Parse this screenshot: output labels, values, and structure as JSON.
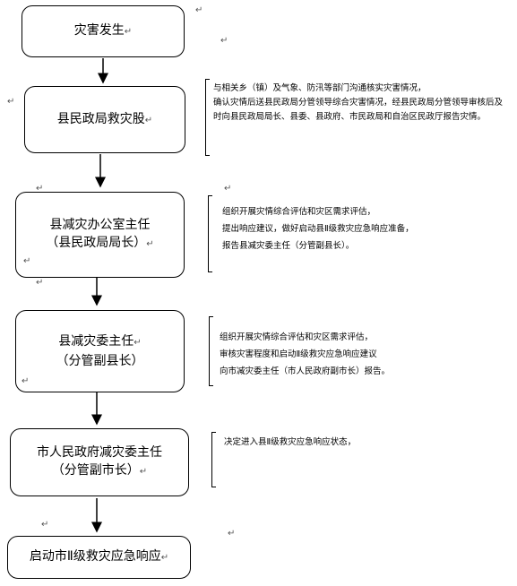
{
  "return_mark": "↵",
  "stray_marks": [
    "↵",
    "↵",
    "↵",
    "↵",
    "↵",
    "↵",
    "↵",
    "↵",
    "↵",
    "↵"
  ],
  "steps": [
    {
      "lines": [
        "灾害发生"
      ]
    },
    {
      "lines": [
        "县民政局救灾股"
      ]
    },
    {
      "lines": [
        "县减灾办公室主任",
        "（县民政局局长）"
      ]
    },
    {
      "lines": [
        "县减灾委主任",
        "（分管副县长）"
      ]
    },
    {
      "lines": [
        "市人民政府减灾委主任",
        "（分管副市长）"
      ]
    },
    {
      "lines": [
        "启动市Ⅱ级救灾应急响应"
      ]
    }
  ],
  "notes": [
    {
      "lines": [
        "与相关乡（镇）及气象、防汛等部门沟通核实灾害情况，",
        "确认灾情后送县民政局分管领导综合灾害情况，经县民政局分管领导审核后及时向县民政局局长、县委、县政府、市民政局和自治区民政厅报告灾情。"
      ]
    },
    {
      "lines": [
        "组织开展灾情综合评估和灾区需求评估，",
        "提出响应建议，做好启动县Ⅱ级救灾应急响应准备，",
        "报告县减灾委主任（分管副县长）。"
      ]
    },
    {
      "lines": [
        "组织开展灾情综合评估和灾区需求评估，",
        "审核灾害程度和启动Ⅱ级救灾应急响应建议",
        "向市减灾委主任（市人民政府副市长）报告。"
      ]
    },
    {
      "lines": [
        "",
        "决定进入县Ⅱ级救灾应急响应状态，",
        ""
      ]
    }
  ]
}
